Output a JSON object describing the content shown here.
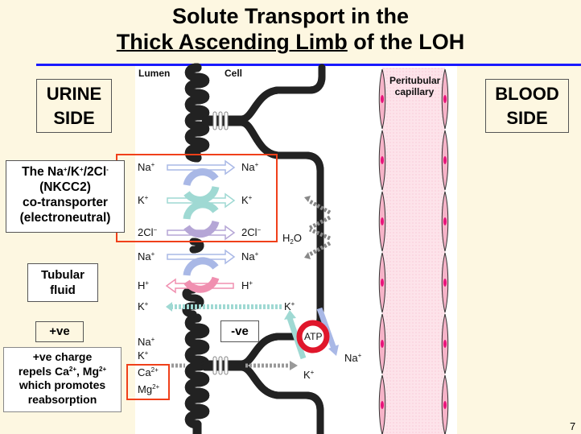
{
  "slide": {
    "title_line1": "Solute Transport in the",
    "title_line2_underlined": "Thick Ascending Limb",
    "title_line2_rest": " of the LOH",
    "page_number": "7"
  },
  "side_labels": {
    "urine_line1": "URINE",
    "urine_line2": "SIDE",
    "blood_line1": "BLOOD",
    "blood_line2": "SIDE"
  },
  "callouts": {
    "nkcc_line1_parts": [
      "The Na",
      "+",
      "/K",
      "+",
      "/2Cl",
      "-"
    ],
    "nkcc_line2": "(NKCC2)",
    "nkcc_line3": "co-transporter",
    "nkcc_line4": "(electroneutral)",
    "tubular_line1": "Tubular",
    "tubular_line2": "fluid",
    "positive": "+ve",
    "negative": "-ve",
    "charge_line1": "+ve charge",
    "charge_line2_parts": [
      "repels Ca",
      "2+",
      ", Mg",
      "2+"
    ],
    "charge_line3": "which promotes",
    "charge_line4": "reabsorption"
  },
  "diagram": {
    "lumen_label": "Lumen",
    "cell_label": "Cell",
    "capillary_line1": "Peritubular",
    "capillary_line2": "capillary",
    "nkcc2_ions": [
      {
        "ion": "Na",
        "charge": "+",
        "direction": "lumen-to-cell",
        "color": "#a9b8e6"
      },
      {
        "ion": "K",
        "charge": "+",
        "direction": "lumen-to-cell",
        "color": "#9fd9d3"
      },
      {
        "ion": "2Cl",
        "charge": "−",
        "direction": "lumen-to-cell",
        "color": "#b5a6d6"
      }
    ],
    "nhe_ions": [
      {
        "ion": "Na",
        "charge": "+",
        "direction": "lumen-to-cell",
        "color": "#a9b8e6"
      },
      {
        "ion": "H",
        "charge": "+",
        "direction": "cell-to-lumen",
        "color": "#f08fb0"
      }
    ],
    "k_leak": {
      "ion": "K",
      "charge": "+",
      "direction": "cell-to-lumen"
    },
    "water": {
      "label_main": "H",
      "label_sub": "2",
      "label_end": "O"
    },
    "atpase": {
      "label": "ATP",
      "out_ion": "Na",
      "out_charge": "+",
      "in_ion": "K",
      "in_charge": "+",
      "color": "#e0162b"
    },
    "paracellular_ions": [
      {
        "ion": "Na",
        "charge": "+"
      },
      {
        "ion": "K",
        "charge": "+"
      },
      {
        "ion": "Ca",
        "charge": "2+"
      },
      {
        "ion": "Mg",
        "charge": "2+"
      }
    ],
    "paracellular_blood_ion": {
      "ion": "K",
      "charge": "+"
    }
  }
}
